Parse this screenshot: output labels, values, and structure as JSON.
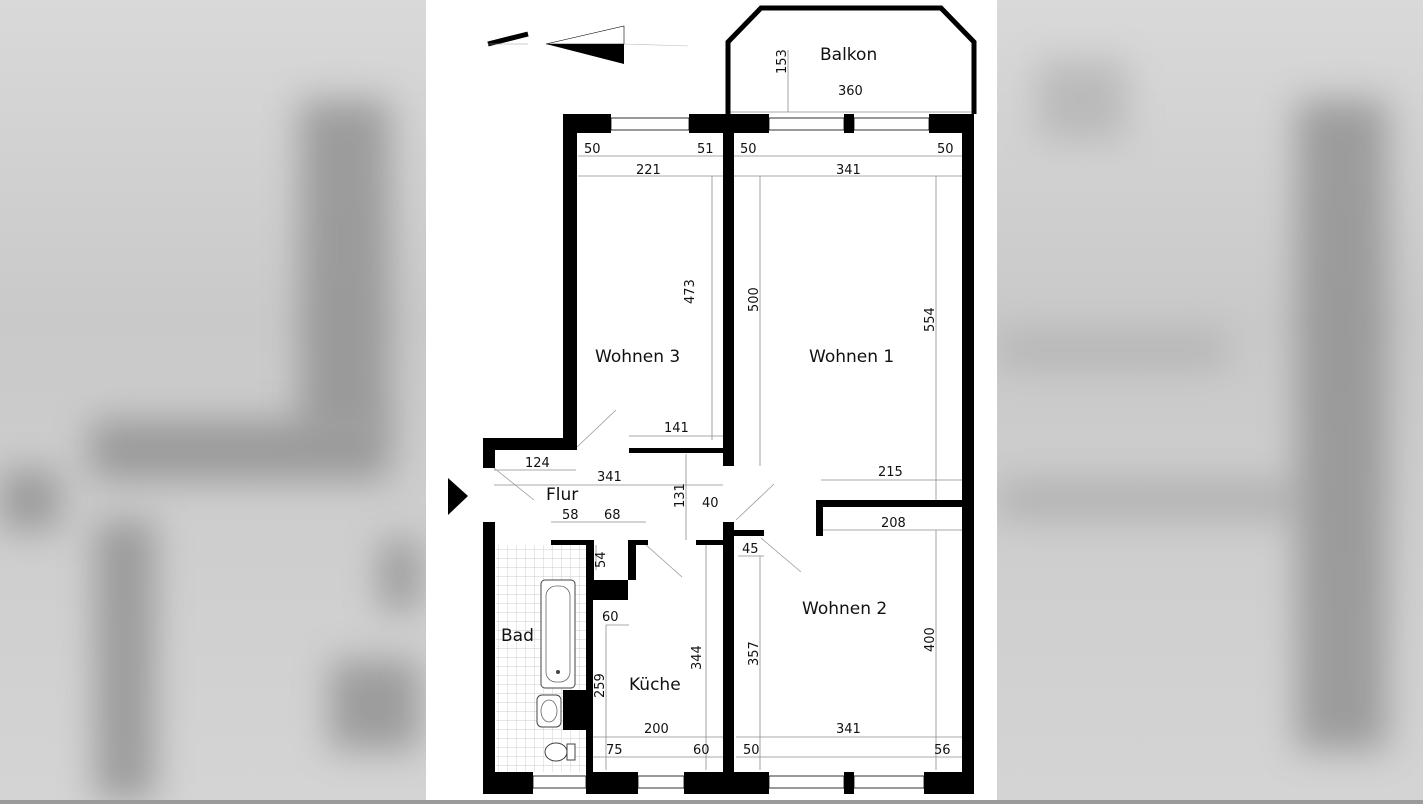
{
  "rooms": {
    "balkon": "Balkon",
    "wohnen3": "Wohnen 3",
    "wohnen1": "Wohnen 1",
    "wohnen2": "Wohnen 2",
    "flur": "Flur",
    "bad": "Bad",
    "kueche": "Küche"
  },
  "dims": {
    "balkon_depth": "153",
    "balkon_width": "360",
    "w3_left": "50",
    "w3_right": "51",
    "w1_left": "50",
    "w1_right": "50",
    "w3_width": "221",
    "w1_width": "341",
    "w3_height": "473",
    "w1_height_left": "500",
    "w1_height_right": "554",
    "w3_door": "141",
    "flur_124": "124",
    "flur_341": "341",
    "w1_215": "215",
    "flur_131": "131",
    "flur_40": "40",
    "w2_208": "208",
    "flur_58": "58",
    "flur_68": "68",
    "flur_54": "54",
    "w2_45": "45",
    "kueche_60top": "60",
    "kueche_344": "344",
    "w2_357": "357",
    "w2_400": "400",
    "kueche_259": "259",
    "kueche_200": "200",
    "w2_341": "341",
    "kueche_75": "75",
    "kueche_60": "60",
    "w2_50": "50",
    "w2_56": "56"
  },
  "colors": {
    "wall": "#000000",
    "dimline": "#8c8c8c",
    "background": "#ffffff"
  },
  "icons": [
    "north-arrow-icon",
    "entrance-arrow-icon",
    "bathtub-icon",
    "washbasin-icon",
    "toilet-icon"
  ]
}
